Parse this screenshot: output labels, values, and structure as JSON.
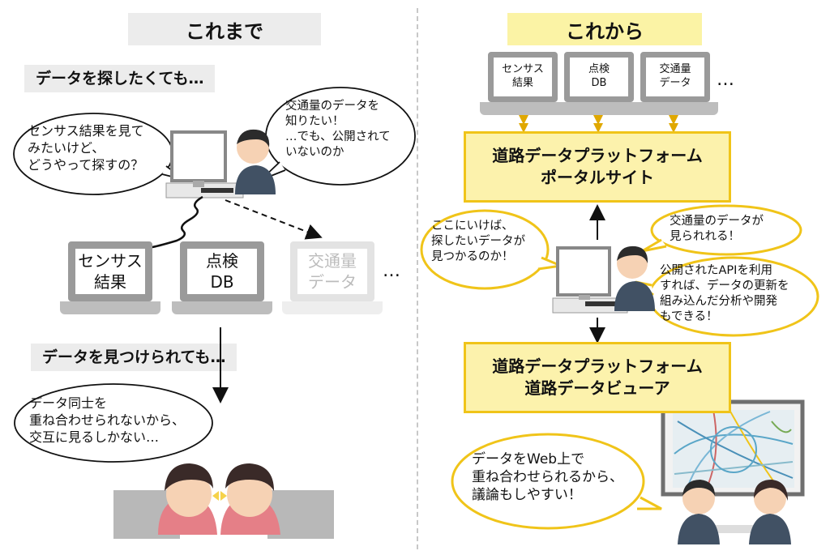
{
  "left": {
    "header": "これまで",
    "sub1": "データを探したくても…",
    "sub2": "データを見つけられても…",
    "bubble_search": "センサス結果を見て\nみたいけど、\nどうやって探すの？",
    "bubble_traffic": "交通量のデータを\n知りたい！\n…でも、公開されて\nいないのか",
    "bubble_overlay": "データ同士を\n重ね合わせられないから、\n交互に見るしかない…",
    "laptops": [
      "センサス\n結果",
      "点検\nDB",
      "交通量\nデータ"
    ],
    "ellipsis": "…"
  },
  "right": {
    "header": "これから",
    "laptops": [
      "センサス\n結果",
      "点検\nDB",
      "交通量\nデータ"
    ],
    "ellipsis": "…",
    "portal": "道路データプラットフォーム\nポータルサイト",
    "viewer": "道路データプラットフォーム\n道路データビューア",
    "bubble_find": "ここにいけば、\n探したいデータが\n見つかるのか！",
    "bubble_traffic": "交通量のデータが\n見られれる！",
    "bubble_api": "公開されたAPIを利用\nすれば、データの更新を\n組み込んだ分析や開発\nもできる！",
    "bubble_web": "データをWeb上で\n重ね合わせられるから、\n議論もしやすい！"
  },
  "colors": {
    "accent_yellow": "#f0c419",
    "portal_fill": "#fcf2ac",
    "header_gray": "#ececec"
  }
}
